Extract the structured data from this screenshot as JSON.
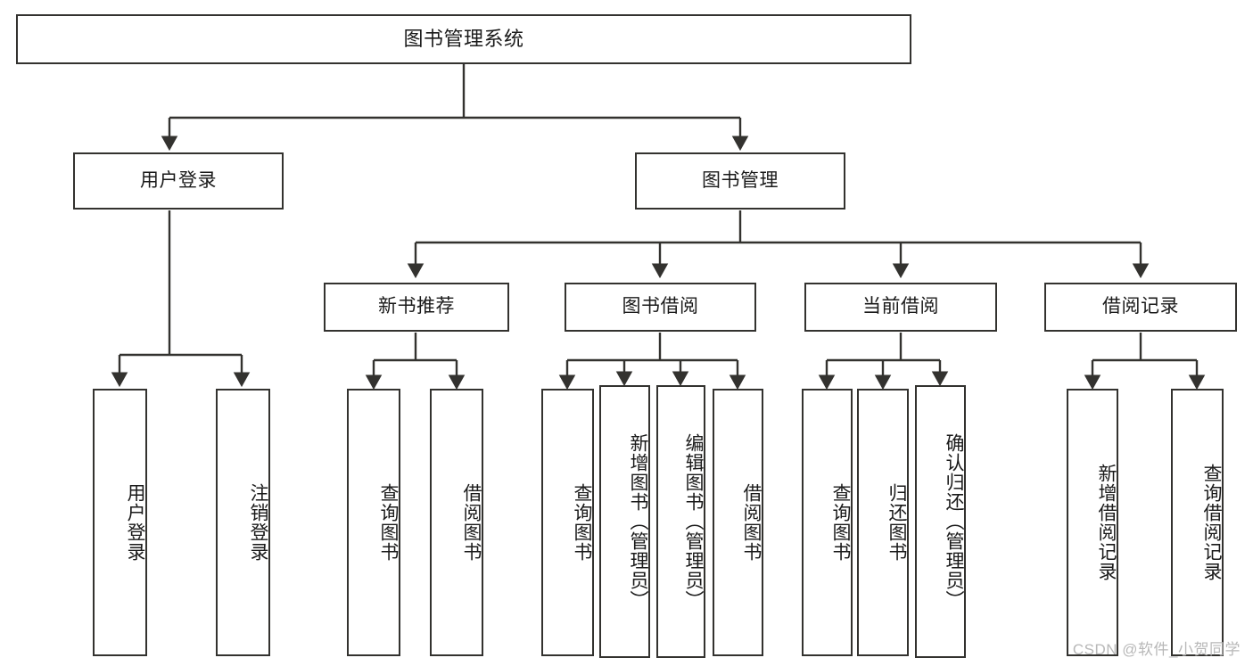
{
  "diagram": {
    "type": "tree-hierarchy",
    "title": "图书管理系统",
    "orientation": "top-down",
    "colors": {
      "box_stroke": "#33322f",
      "box_fill": "#ffffff",
      "line": "#33322f",
      "text": "#1a1a1a",
      "watermark": "#b8b8b8",
      "background": "#ffffff"
    },
    "root": {
      "label": "图书管理系统"
    },
    "level2": [
      {
        "label": "用户登录"
      },
      {
        "label": "图书管理"
      }
    ],
    "level3": [
      {
        "label": "新书推荐"
      },
      {
        "label": "图书借阅"
      },
      {
        "label": "当前借阅"
      },
      {
        "label": "借阅记录"
      }
    ],
    "leaves": {
      "user_login": [
        {
          "label": "用户登录"
        },
        {
          "label": "注销登录"
        }
      ],
      "new_book_recommend": [
        {
          "label": "查询图书"
        },
        {
          "label": "借阅图书"
        }
      ],
      "book_borrow": [
        {
          "label": "查询图书"
        },
        {
          "label": "新增图书（管理员）"
        },
        {
          "label": "编辑图书（管理员）"
        },
        {
          "label": "借阅图书"
        }
      ],
      "current_borrow": [
        {
          "label": "查询图书"
        },
        {
          "label": "归还图书"
        },
        {
          "label": "确认归还（管理员）"
        }
      ],
      "borrow_record": [
        {
          "label": "新增借阅记录"
        },
        {
          "label": "查询借阅记录"
        }
      ]
    }
  },
  "watermark": {
    "text": "CSDN @软件_小贺同学"
  }
}
